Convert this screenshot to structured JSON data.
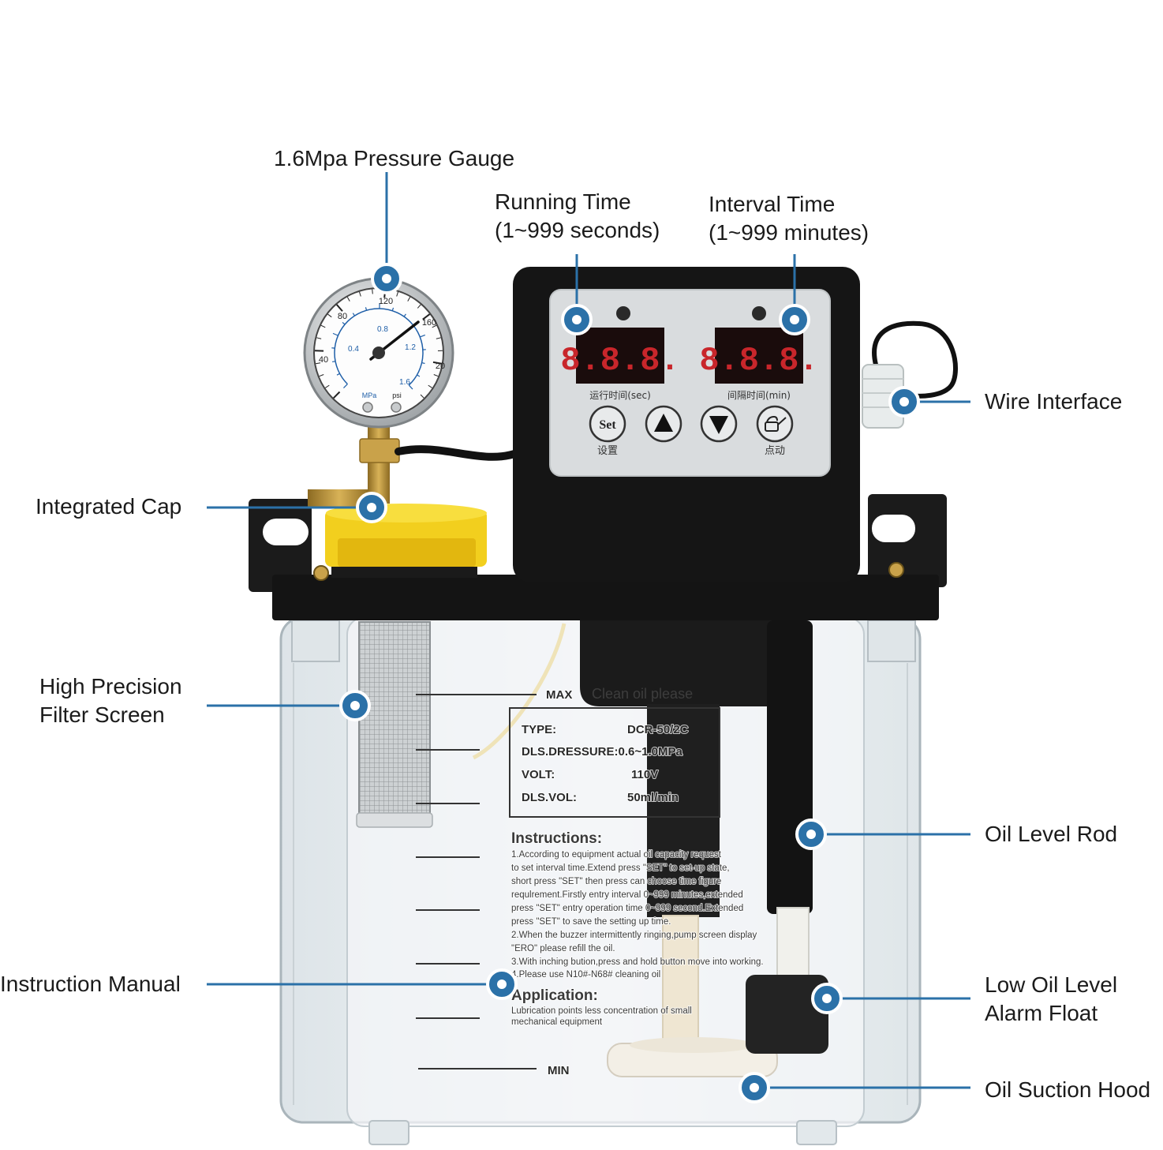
{
  "callouts": {
    "pressure_gauge": "1.6Mpa Pressure Gauge",
    "running_time": {
      "line1": "Running Time",
      "line2": "(1~999 seconds)"
    },
    "interval_time": {
      "line1": "Interval Time",
      "line2": "(1~999 minutes)"
    },
    "wire_interface": "Wire Interface",
    "integrated_cap": "Integrated Cap",
    "filter_screen": {
      "line1": "High Precision",
      "line2": "Filter Screen"
    },
    "oil_level_rod": "Oil Level Rod",
    "instruction_manual": "Instruction Manual",
    "alarm_float": {
      "line1": "Low Oil Level",
      "line2": "Alarm Float"
    },
    "suction_hood": "Oil Suction Hood"
  },
  "gauge": {
    "psi_scale": [
      "40",
      "80",
      "120",
      "160",
      "20"
    ],
    "mpa_scale": [
      "0.4",
      "0.8",
      "1.2",
      "1.6"
    ],
    "unit_mpa": "MPa",
    "unit_psi": "psi"
  },
  "control_panel": {
    "running_display": "8.8.8.",
    "interval_display": "8.8.8.",
    "running_label": "运行时间(sec)",
    "interval_label": "间隔时间(min)",
    "set_button": "Set",
    "set_caption": "设置",
    "jog_caption": "点动"
  },
  "tank": {
    "max_mark": "MAX",
    "min_mark": "MIN",
    "cylinder_text": "Clean oil please",
    "spec_plate": {
      "type_key": "TYPE:",
      "type_value": "DCR-50/2C",
      "pressure": "DLS.DRESSURE:0.6~1.0MPa",
      "volt_key": "VOLT:",
      "volt_value": "110V",
      "vol_key": "DLS.VOL:",
      "vol_value": "50ml/min"
    },
    "instructions_title": "Instructions:",
    "instructions": [
      "1.According to equipment actual oil capacity request",
      "to set interval time.Extend press \"SET\" to set-up state,",
      "short press \"SET\" then press  can choose time figure",
      "requlrement.Firstly entry interval 0~999 minutes,extended",
      "press \"SET\" entry operation time 0~999 second.Extended",
      "press \"SET\" to save the setting up time.",
      "2.When the buzzer intermittently ringing,pump screen display",
      "\"ERO\" please refill the oil.",
      "3.With inching bution,press and hold button move into working.",
      "4.Please use N10#-N68# cleaning oil"
    ],
    "application_title": "Application:",
    "application": [
      "Lubrication points less concentration of small",
      "mechanical equipment"
    ]
  },
  "colors": {
    "callout_blue": "#2b71a8",
    "label_text": "#1b1b1b",
    "display_red": "#c8262b",
    "cap_yellow": "#f2cf1e"
  }
}
